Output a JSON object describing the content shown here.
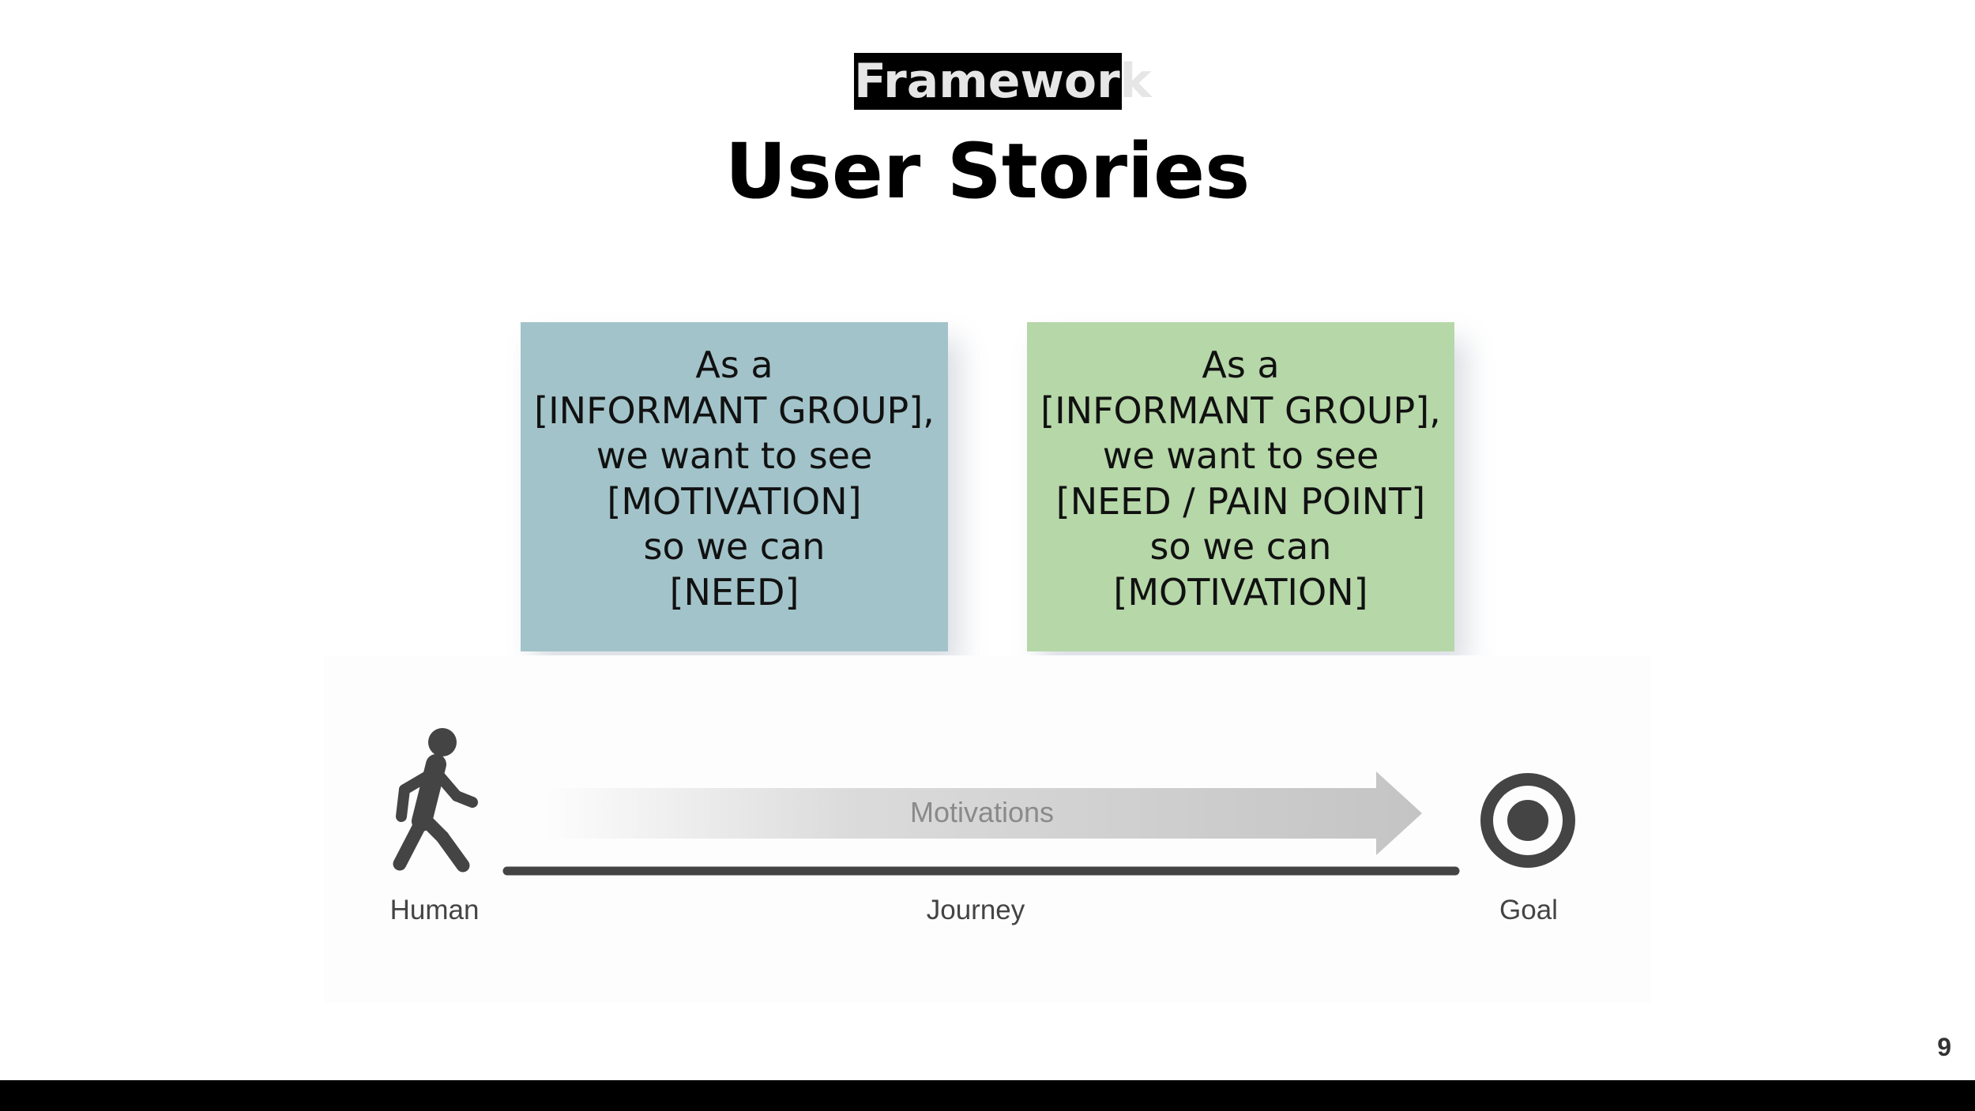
{
  "slide": {
    "kicker": "Framework",
    "title": "User Stories",
    "page_number": "9"
  },
  "cards": [
    {
      "lines": [
        "As a",
        "[INFORMANT GROUP],",
        "we want to see",
        "[MOTIVATION]",
        "so we can",
        "[NEED]"
      ],
      "color": "#a2c3c9"
    },
    {
      "lines": [
        "As a",
        "[INFORMANT GROUP],",
        "we want to see",
        "[NEED / PAIN POINT]",
        "so we can",
        "[MOTIVATION]"
      ],
      "color": "#b6d7a8"
    }
  ],
  "journey": {
    "human_label": "Human",
    "journey_label": "Journey",
    "goal_label": "Goal",
    "arrow_label": "Motivations",
    "icons": [
      "walking-person-icon",
      "target-icon"
    ],
    "line_color": "#444444",
    "arrow_color": "#c4c4c4"
  }
}
